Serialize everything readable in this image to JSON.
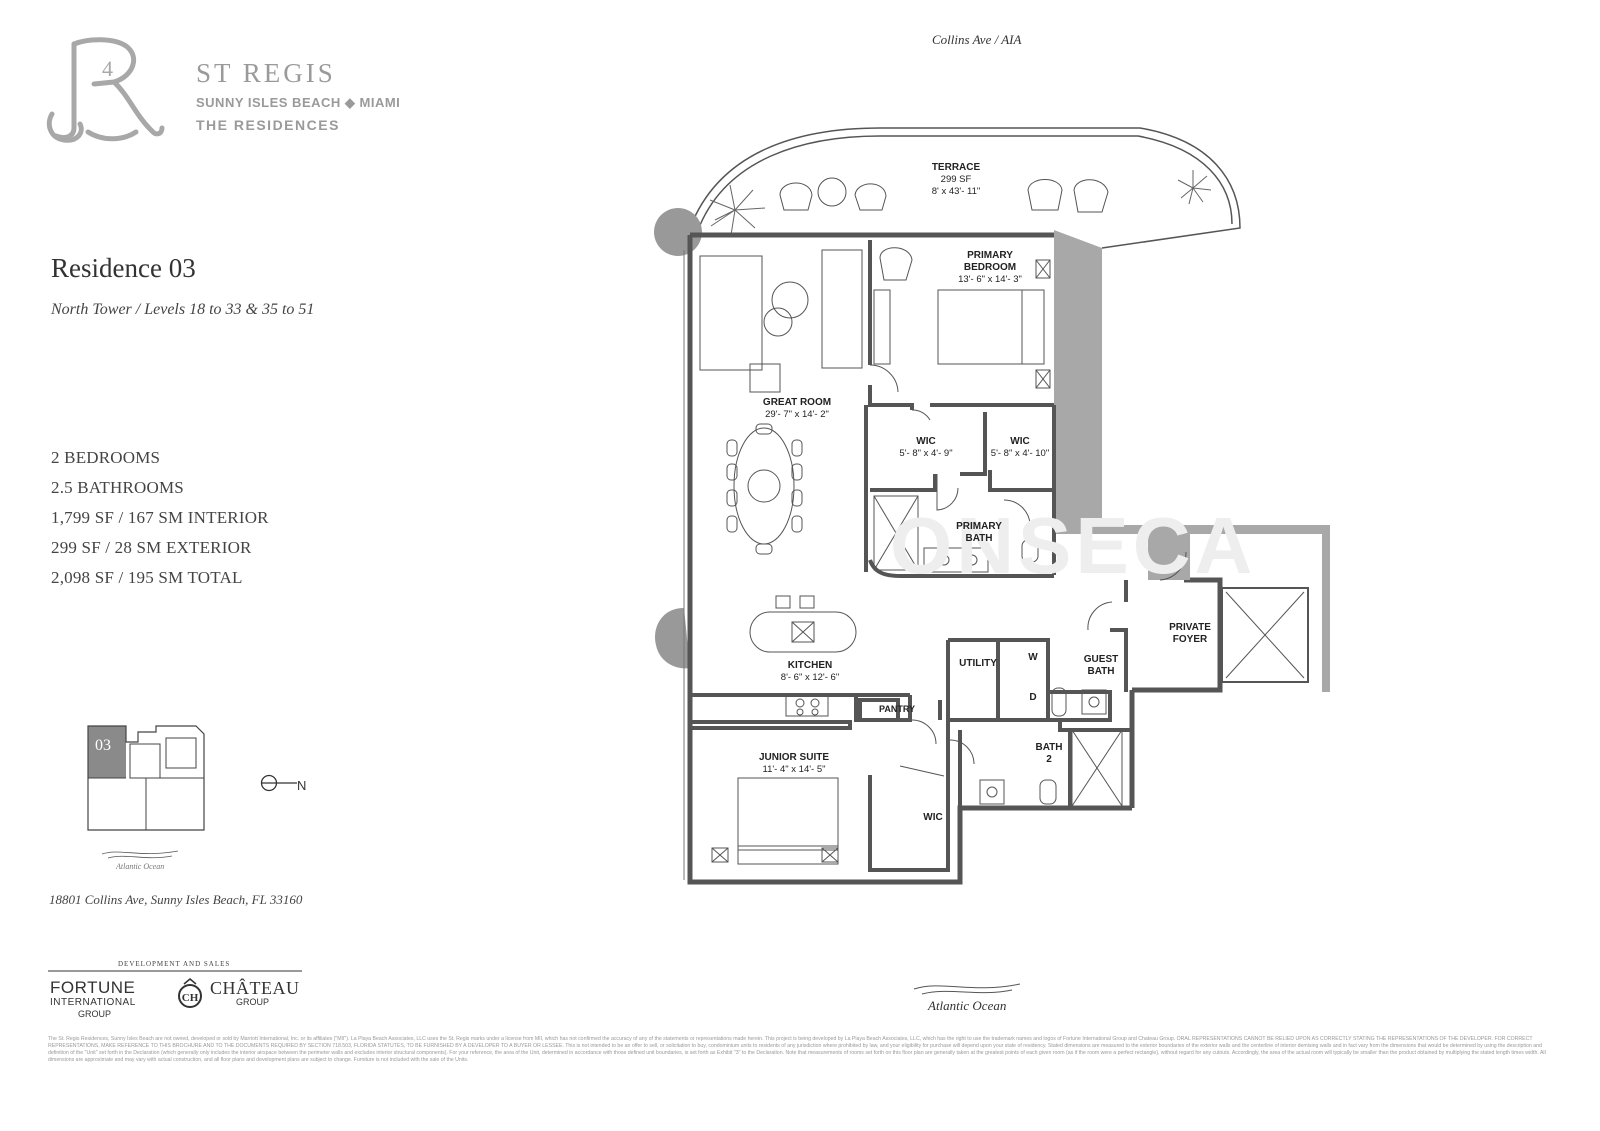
{
  "brand": {
    "line1": "ST REGIS",
    "line2": "SUNNY ISLES BEACH ◆ MIAMI",
    "line3": "THE RESIDENCES"
  },
  "residence": {
    "title": "Residence 03",
    "subtitle": "North Tower / Levels 18 to 33 & 35 to 51"
  },
  "specs": [
    "2 BEDROOMS",
    "2.5 BATHROOMS",
    "1,799 SF / 167 SM INTERIOR",
    "299 SF / 28 SM EXTERIOR",
    "2,098 SF / 195 SM TOTAL"
  ],
  "address": "18801 Collins Ave, Sunny Isles Beach, FL 33160",
  "road": "Collins Ave / AIA",
  "ocean": "Atlantic Ocean",
  "keyplan": {
    "unit": "03",
    "ocean": "Atlantic Ocean",
    "north": "N"
  },
  "rooms": {
    "terrace": {
      "name": "TERRACE",
      "area": "299 SF",
      "dims": "8' x 43'- 11\""
    },
    "primary_bedroom": {
      "name1": "PRIMARY",
      "name2": "BEDROOM",
      "dims": "13'- 6\" x 14'- 3\""
    },
    "great_room": {
      "name": "GREAT ROOM",
      "dims": "29'- 7\" x 14'- 2\""
    },
    "wic1": {
      "name": "WIC",
      "dims": "5'- 8\" x 4'- 9\""
    },
    "wic2": {
      "name": "WIC",
      "dims": "5'- 8\" x 4'- 10\""
    },
    "primary_bath": {
      "name1": "PRIMARY",
      "name2": "BATH"
    },
    "kitchen": {
      "name": "KITCHEN",
      "dims": "8'- 6\" x 12'- 6\""
    },
    "utility": "UTILITY",
    "w": "W",
    "d": "D",
    "guest_bath": {
      "name1": "GUEST",
      "name2": "BATH"
    },
    "private_foyer": {
      "name1": "PRIVATE",
      "name2": "FOYER"
    },
    "pantry": "PANTRY",
    "junior_suite": {
      "name": "JUNIOR SUITE",
      "dims": "11'- 4\" x 14'- 5\""
    },
    "bath2": {
      "name1": "BATH",
      "name2": "2"
    },
    "wic3": "WIC"
  },
  "developers": {
    "heading": "DEVELOPMENT AND SALES",
    "fortune1": "FORTUNE",
    "fortune2": "INTERNATIONAL",
    "fortune3": "GROUP",
    "chateau1": "CHÂTEAU",
    "chateau2": "GROUP"
  },
  "watermark": "ONSECA",
  "disclaimer": "The St. Regis Residences, Sunny Isles Beach are not owned, developed or sold by Marriott International, Inc. or its affiliates (\"MII\"). La Playa Beach Associates, LLC uses the St. Regis marks under a license from MII, which has not confirmed the accuracy of any of the statements or representations made herein. This project is being developed by La Playa Beach Associates, LLC, which has the right to use the trademark names and logos of Fortune International Group and Chateau Group. ORAL REPRESENTATIONS CANNOT BE RELIED UPON AS CORRECTLY STATING THE REPRESENTATIONS OF THE DEVELOPER. FOR CORRECT REPRESENTATIONS, MAKE REFERENCE TO THIS BROCHURE AND TO THE DOCUMENTS REQUIRED BY SECTION 718.503, FLORIDA STATUTES, TO BE FURNISHED BY A DEVELOPER TO A BUYER OR LESSEE. This is not intended to be an offer to sell, or solicitation to buy, condominium units to residents of any jurisdiction where prohibited by law, and your eligibility for purchase will depend upon your state of residency. Stated dimensions are measured to the exterior boundaries of the exterior walls and the centerline of interior demising walls and in fact vary from the dimensions that would be determined by using the description and definition of the \"Unit\" set forth in the Declaration (which generally only includes the interior airspace between the perimeter walls and excludes interior structural components). For your reference, the area of the Unit, determined in accordance with those defined unit boundaries, is set forth as Exhibit \"3\" to the Declaration. Note that measurements of rooms set forth on this floor plan are generally taken at the greatest points of each given room (as if the room were a perfect rectangle), without regard for any cutouts. Accordingly, the area of the actual room will typically be smaller than the product obtained by multiplying the stated length times width. All dimensions are approximate and may vary with actual construction, and all floor plans and development plans are subject to change. Furniture is not included with the sale of the Units."
}
